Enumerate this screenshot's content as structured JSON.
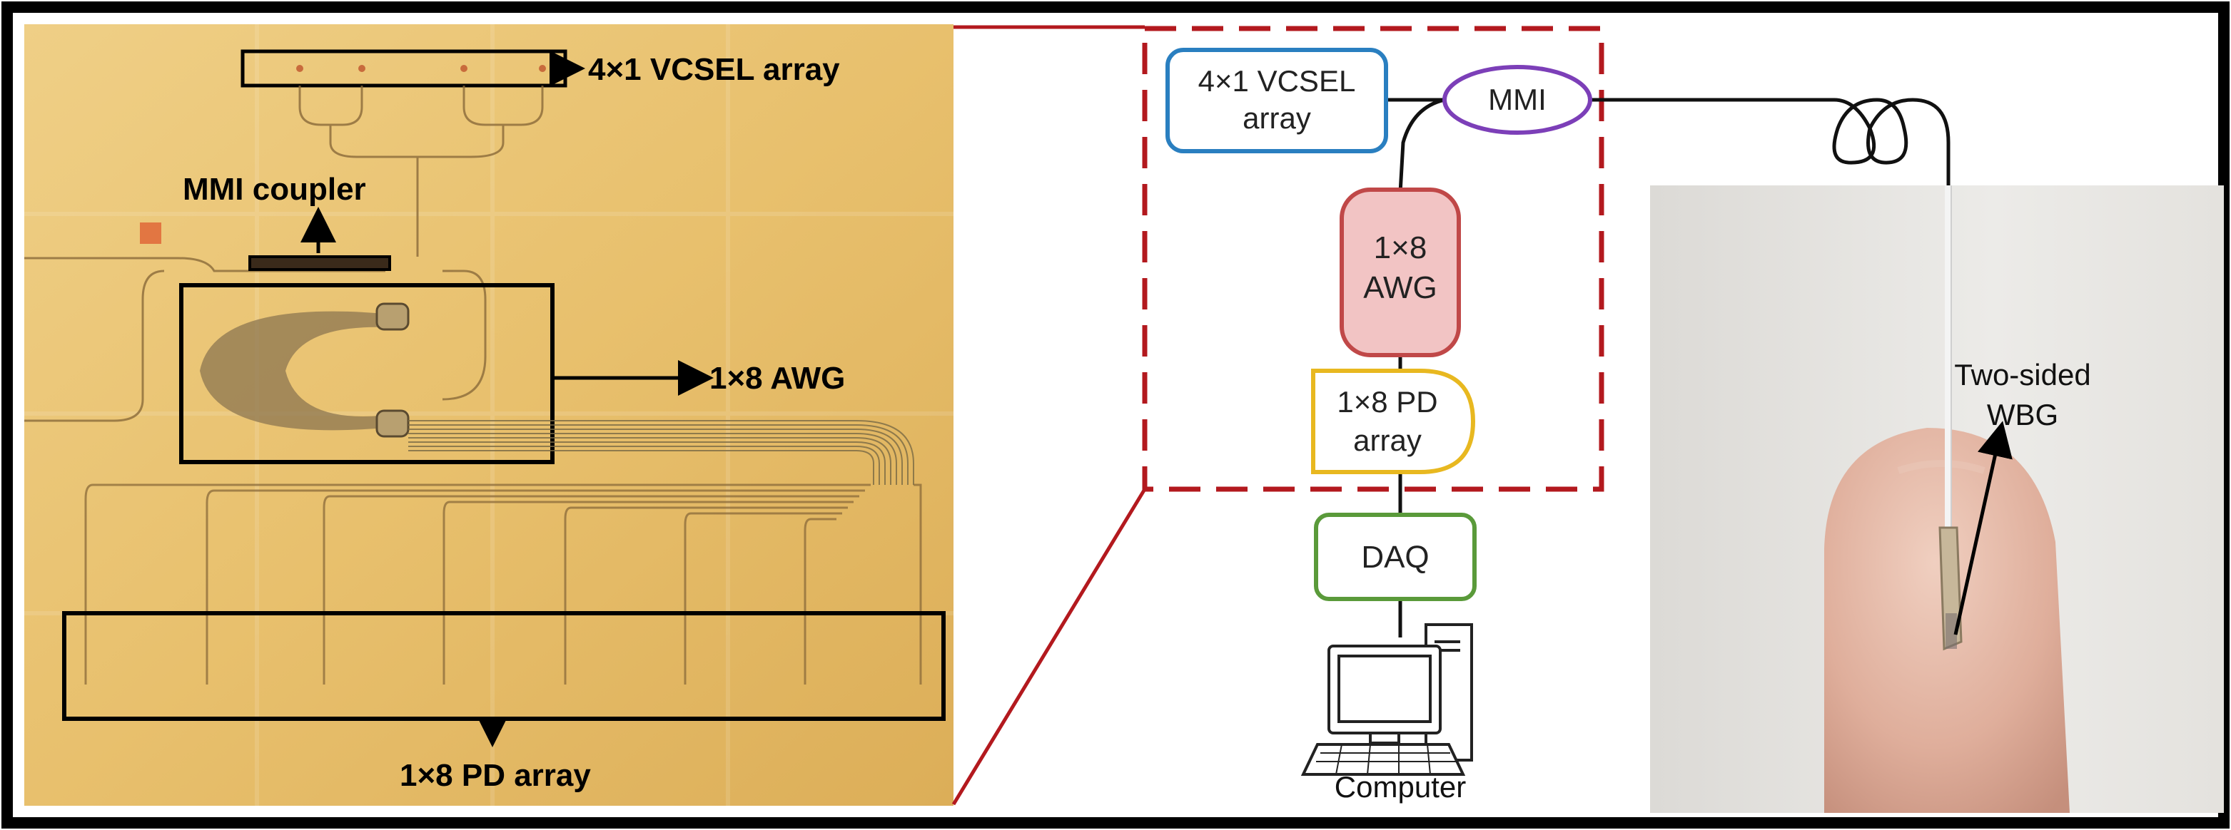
{
  "chip_panel": {
    "vcsel_label": "4×1 VCSEL array",
    "mmi_label": "MMI coupler",
    "awg_label": "1×8 AWG",
    "pd_label": "1×8 PD array"
  },
  "schematic": {
    "vcsel_label_line1": "4×1 VCSEL",
    "vcsel_label_line2": "array",
    "mmi_label": "MMI",
    "awg_label_line1": "1×8",
    "awg_label_line2": "AWG",
    "pd_label_line1": "1×8 PD",
    "pd_label_line2": "array",
    "daq_label": "DAQ",
    "computer_label": "Computer"
  },
  "photo_panel": {
    "wbg_label_line1": "Two-sided",
    "wbg_label_line2": "WBG"
  },
  "colors": {
    "chip_background": "#e9c270",
    "dashed_box": "#b3191e",
    "vcsel_box": "#2a7fc0",
    "mmi_box": "#7c3fb8",
    "awg_box": "#c04848",
    "awg_fill": "#f2c4c4",
    "pd_box": "#e8b820",
    "daq_box": "#5a9a3a"
  }
}
